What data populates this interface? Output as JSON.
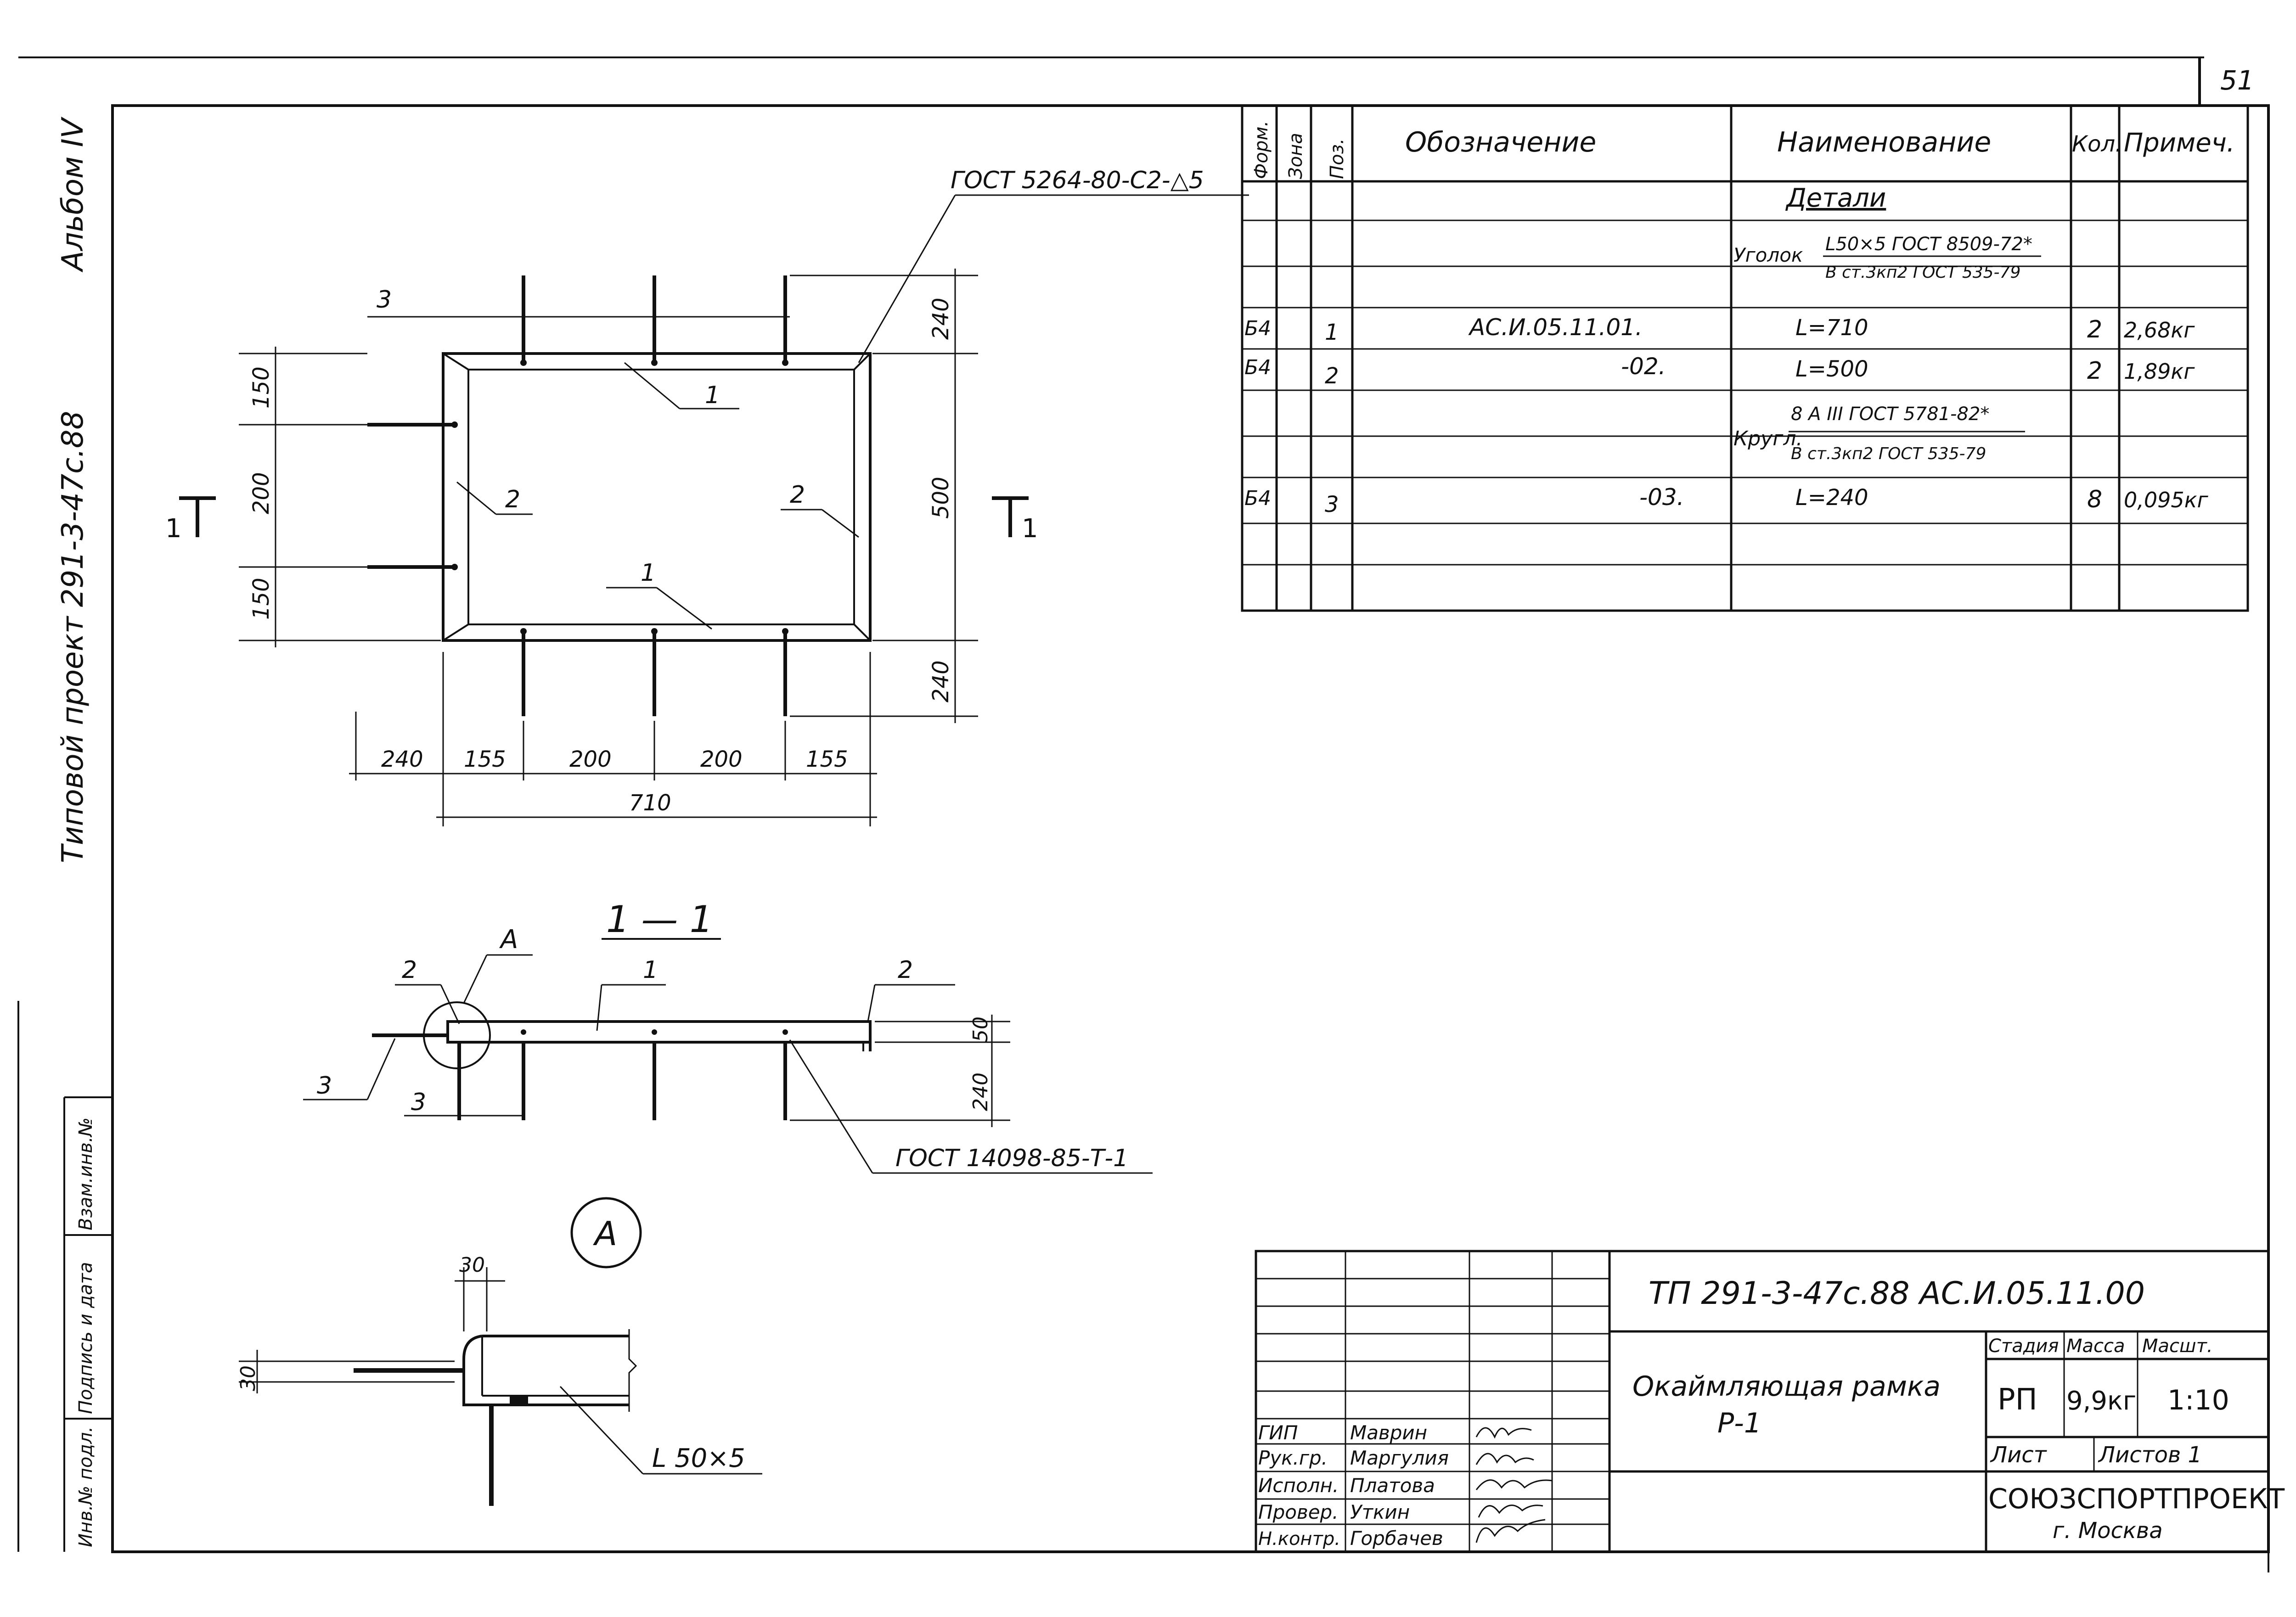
{
  "sheet_number": "51",
  "album": "Альбом IV",
  "project": "Типовой проект   291-3-47с.88",
  "side_stamp": [
    "Инв.№ подл.",
    "Подпись и дата",
    "Взам.инв.№"
  ],
  "plan": {
    "weld_note": "ГОСТ 5264-80-С2-△5",
    "section_mark_left": "1",
    "section_mark_right": "1",
    "callout_3": "3",
    "callout_1_top": "1",
    "callout_1_bottom": "1",
    "callout_2_left": "2",
    "callout_2_right": "2",
    "dim_150_top": "150",
    "dim_200": "200",
    "dim_150_bottom": "150",
    "dim_240_top": "240",
    "dim_500": "500",
    "dim_240_bottom": "240",
    "dims_bottom": [
      "240",
      "155",
      "200",
      "200",
      "155"
    ],
    "dim_710": "710"
  },
  "section": {
    "title": "1 — 1",
    "callout_A": "А",
    "callout_2_left": "2",
    "callout_1": "1",
    "callout_2_right": "2",
    "callout_3_left": "3",
    "callout_3_bottom": "3",
    "dim_50": "50",
    "dim_240": "240",
    "gost_note": "ГОСТ 14098-85-Т-1"
  },
  "detail": {
    "label": "А",
    "dim_30_top": "30",
    "dim_30_left": "30",
    "profile_note": "L 50×5"
  },
  "spec_table": {
    "headers": [
      "Форм.",
      "Зона",
      "Поз.",
      "Обозначение",
      "Наименование",
      "Кол.",
      "Примеч."
    ],
    "section_title": "Детали",
    "material_angle_label": "Уголок",
    "material_angle_top": "L50×5 ГОСТ 8509-72*",
    "material_angle_bottom": "В ст.3кп2 ГОСТ 535-79",
    "rows": [
      {
        "format": "Б4",
        "pos": "1",
        "designation": "АС.И.05.11.01.",
        "name": "L=710",
        "qty": "2",
        "note": "2,68кг"
      },
      {
        "format": "Б4",
        "pos": "2",
        "designation": "-02.",
        "name": "L=500",
        "qty": "2",
        "note": "1,89кг"
      },
      {
        "format": "Б4",
        "pos": "3",
        "designation": "-03.",
        "name": "L=240",
        "qty": "8",
        "note": "0,095кг"
      }
    ],
    "material_round_label": "Кругл.",
    "material_round_top": "8 А III ГОСТ 5781-82*",
    "material_round_bottom": "В ст.3кп2 ГОСТ 535-79"
  },
  "title_block": {
    "doc_code": "ТП  291-3-47с.88   АС.И.05.11.00",
    "title_line1": "Окаймляющая рамка",
    "title_line2": "Р-1",
    "stage_header": "Стадия",
    "mass_header": "Масса",
    "scale_header": "Масшт.",
    "stage": "РП",
    "mass": "9,9кг",
    "scale": "1:10",
    "sheet_label": "Лист",
    "sheets_label": "Листов 1",
    "org": "СОЮЗСПОРТПРОЕКТ",
    "city": "г. Москва",
    "roles": [
      {
        "role": "ГИП",
        "name": "Маврин"
      },
      {
        "role": "Рук.гр.",
        "name": "Маргулия"
      },
      {
        "role": "Исполн.",
        "name": "Платова"
      },
      {
        "role": "Провер.",
        "name": "Уткин"
      },
      {
        "role": "Н.контр.",
        "name": "Горбачев"
      }
    ]
  }
}
